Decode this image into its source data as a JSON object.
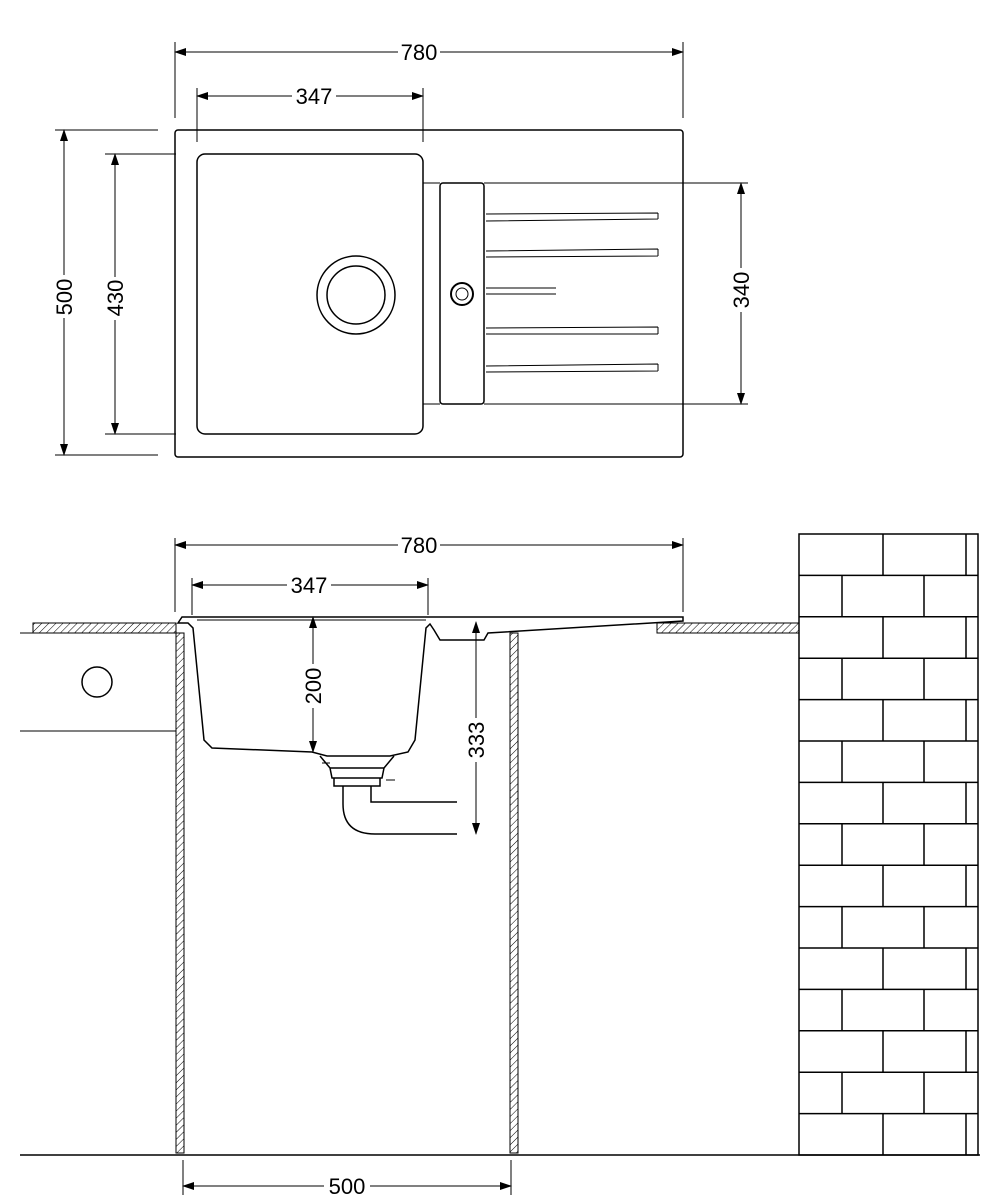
{
  "top_view": {
    "overall_width": "780",
    "bowl_width": "347",
    "overall_depth": "500",
    "bowl_depth": "430",
    "drainer_depth": "340"
  },
  "side_view": {
    "overall_width": "780",
    "bowl_width": "347",
    "bowl_height": "200",
    "installation_height": "333",
    "cabinet_width": "500"
  },
  "colors": {
    "line": "#000000",
    "background": "#ffffff"
  }
}
